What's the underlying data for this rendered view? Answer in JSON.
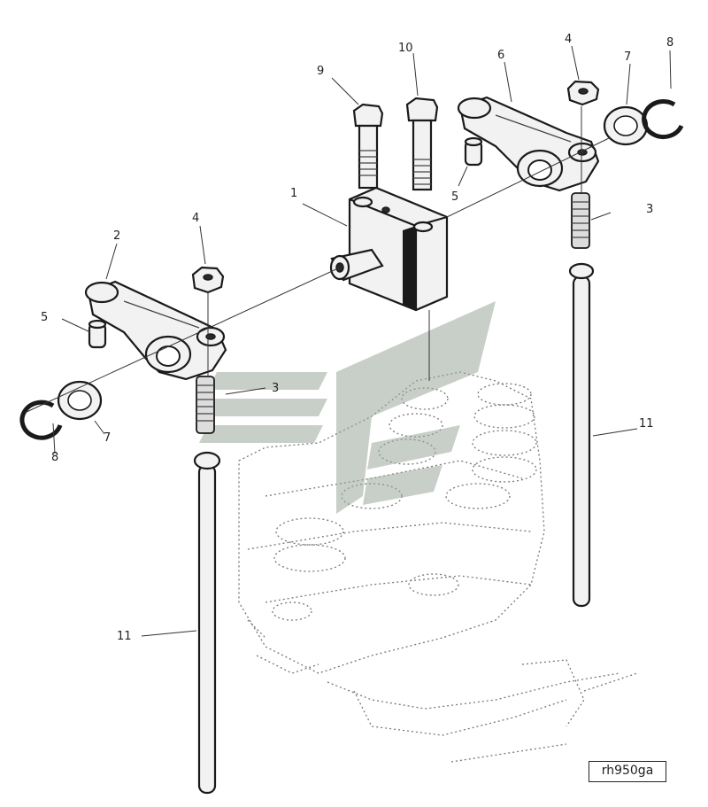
{
  "callouts": {
    "c1": "1",
    "c2": "2",
    "c3a": "3",
    "c3b": "3",
    "c4a": "4",
    "c4b": "4",
    "c5a": "5",
    "c5b": "5",
    "c6": "6",
    "c7a": "7",
    "c7b": "7",
    "c8a": "8",
    "c8b": "8",
    "c9": "9",
    "c10": "10",
    "c11a": "11",
    "c11b": "11"
  },
  "reference_code": "rh950ga",
  "colors": {
    "line": "#1a1a1a",
    "watermark": "#9aa89a",
    "background": "#ffffff"
  }
}
